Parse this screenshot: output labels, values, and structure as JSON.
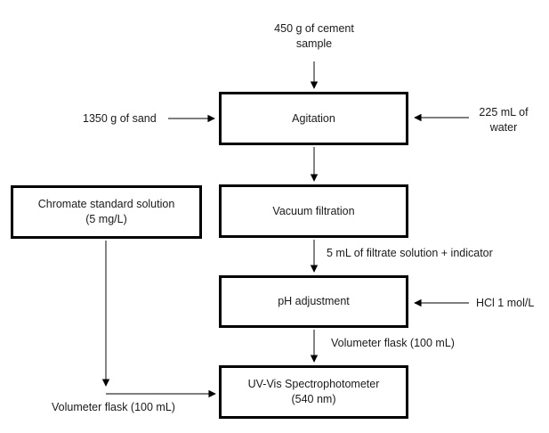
{
  "diagram": {
    "description": "Flowchart of chromate determination in cement sample",
    "colors": {
      "background": "#ffffff",
      "box_border": "#000000",
      "text": "#1a1a1a",
      "arrow": "#333333"
    },
    "steps": {
      "agitation": "Agitation",
      "vacuum": "Vacuum filtration",
      "ph": "pH adjustment",
      "uvvis": {
        "line1": "UV-Vis Spectrophotometer",
        "line2": "(540 nm)"
      },
      "chromate": {
        "line1": "Chromate standard solution",
        "line2": "(5 mg/L)"
      }
    },
    "inputs": {
      "cement": {
        "line1": "450 g of cement",
        "line2": "sample"
      },
      "sand": "1350 g of sand",
      "water": {
        "line1": "225 mL of",
        "line2": "water"
      },
      "hcl": "HCl 1 mol/L"
    },
    "edges": [
      {
        "from": "cement-sample-input",
        "to": "agitation"
      },
      {
        "from": "sand-input",
        "to": "agitation"
      },
      {
        "from": "water-input",
        "to": "agitation"
      },
      {
        "from": "agitation",
        "to": "vacuum-filtration"
      },
      {
        "from": "vacuum-filtration",
        "to": "ph-adjustment",
        "label": "5 mL of filtrate solution + indicator"
      },
      {
        "from": "hcl-input",
        "to": "ph-adjustment"
      },
      {
        "from": "ph-adjustment",
        "to": "uvvis-spectrophotometer",
        "label": "Volumeter flask (100 mL)"
      },
      {
        "from": "chromate-standard-solution",
        "to": "uvvis-spectrophotometer",
        "label": "Volumeter flask (100 mL)"
      }
    ]
  }
}
